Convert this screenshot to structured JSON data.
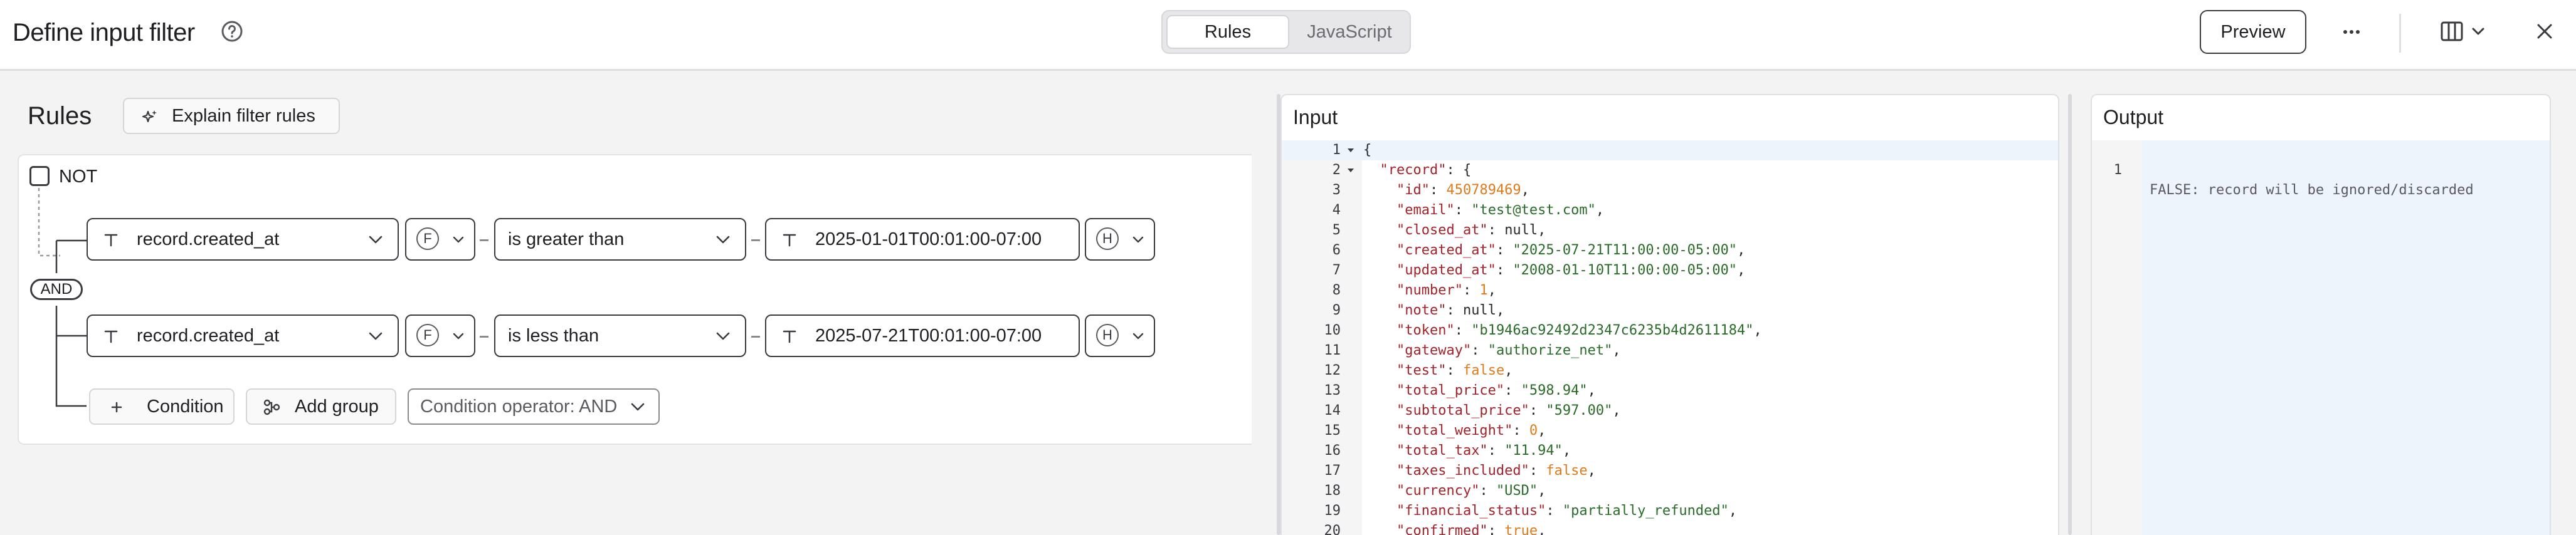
{
  "header": {
    "title": "Define input filter",
    "tabs": [
      "Rules",
      "JavaScript"
    ],
    "active_tab": "Rules",
    "preview_label": "Preview",
    "icons": [
      "help-circle-icon",
      "more-icon",
      "layout-columns-icon",
      "chevron-down-icon",
      "close-icon"
    ]
  },
  "rules": {
    "title": "Rules",
    "explain_label": "Explain filter rules",
    "not_label": "NOT",
    "not_checked": false,
    "operator_pill": "AND",
    "conditions": [
      {
        "field": "record.created_at",
        "field_type_icon": "T",
        "function_icon": "F",
        "operator": "is greater than",
        "value": "2025-01-01T00:01:00-07:00",
        "value_type_icon": "T",
        "value_mode_icon": "H"
      },
      {
        "field": "record.created_at",
        "field_type_icon": "T",
        "function_icon": "F",
        "operator": "is less than",
        "value": "2025-07-21T00:01:00-07:00",
        "value_type_icon": "T",
        "value_mode_icon": "H"
      }
    ],
    "add_condition_label": "Condition",
    "add_group_label": "Add group",
    "condition_operator_label": "Condition operator: AND"
  },
  "input": {
    "title": "Input",
    "lines": [
      {
        "n": "1",
        "fold": true,
        "active": true,
        "tokens": [
          [
            "p",
            "{"
          ]
        ]
      },
      {
        "n": "2",
        "fold": true,
        "tokens": [
          [
            "p",
            "  "
          ],
          [
            "k",
            "\"record\""
          ],
          [
            "p",
            ": {"
          ]
        ]
      },
      {
        "n": "3",
        "tokens": [
          [
            "p",
            "    "
          ],
          [
            "k",
            "\"id\""
          ],
          [
            "p",
            ": "
          ],
          [
            "n",
            "450789469"
          ],
          [
            "p",
            ","
          ]
        ]
      },
      {
        "n": "4",
        "tokens": [
          [
            "p",
            "    "
          ],
          [
            "k",
            "\"email\""
          ],
          [
            "p",
            ": "
          ],
          [
            "s",
            "\"test@test.com\""
          ],
          [
            "p",
            ","
          ]
        ]
      },
      {
        "n": "5",
        "tokens": [
          [
            "p",
            "    "
          ],
          [
            "k",
            "\"closed_at\""
          ],
          [
            "p",
            ": "
          ],
          [
            "nl",
            "null"
          ],
          [
            "p",
            ","
          ]
        ]
      },
      {
        "n": "6",
        "tokens": [
          [
            "p",
            "    "
          ],
          [
            "k",
            "\"created_at\""
          ],
          [
            "p",
            ": "
          ],
          [
            "s",
            "\"2025-07-21T11:00:00-05:00\""
          ],
          [
            "p",
            ","
          ]
        ]
      },
      {
        "n": "7",
        "tokens": [
          [
            "p",
            "    "
          ],
          [
            "k",
            "\"updated_at\""
          ],
          [
            "p",
            ": "
          ],
          [
            "s",
            "\"2008-01-10T11:00:00-05:00\""
          ],
          [
            "p",
            ","
          ]
        ]
      },
      {
        "n": "8",
        "tokens": [
          [
            "p",
            "    "
          ],
          [
            "k",
            "\"number\""
          ],
          [
            "p",
            ": "
          ],
          [
            "n",
            "1"
          ],
          [
            "p",
            ","
          ]
        ]
      },
      {
        "n": "9",
        "tokens": [
          [
            "p",
            "    "
          ],
          [
            "k",
            "\"note\""
          ],
          [
            "p",
            ": "
          ],
          [
            "nl",
            "null"
          ],
          [
            "p",
            ","
          ]
        ]
      },
      {
        "n": "10",
        "tokens": [
          [
            "p",
            "    "
          ],
          [
            "k",
            "\"token\""
          ],
          [
            "p",
            ": "
          ],
          [
            "s",
            "\"b1946ac92492d2347c6235b4d2611184\""
          ],
          [
            "p",
            ","
          ]
        ]
      },
      {
        "n": "11",
        "tokens": [
          [
            "p",
            "    "
          ],
          [
            "k",
            "\"gateway\""
          ],
          [
            "p",
            ": "
          ],
          [
            "s",
            "\"authorize_net\""
          ],
          [
            "p",
            ","
          ]
        ]
      },
      {
        "n": "12",
        "tokens": [
          [
            "p",
            "    "
          ],
          [
            "k",
            "\"test\""
          ],
          [
            "p",
            ": "
          ],
          [
            "n",
            "false"
          ],
          [
            "p",
            ","
          ]
        ]
      },
      {
        "n": "13",
        "tokens": [
          [
            "p",
            "    "
          ],
          [
            "k",
            "\"total_price\""
          ],
          [
            "p",
            ": "
          ],
          [
            "s",
            "\"598.94\""
          ],
          [
            "p",
            ","
          ]
        ]
      },
      {
        "n": "14",
        "tokens": [
          [
            "p",
            "    "
          ],
          [
            "k",
            "\"subtotal_price\""
          ],
          [
            "p",
            ": "
          ],
          [
            "s",
            "\"597.00\""
          ],
          [
            "p",
            ","
          ]
        ]
      },
      {
        "n": "15",
        "tokens": [
          [
            "p",
            "    "
          ],
          [
            "k",
            "\"total_weight\""
          ],
          [
            "p",
            ": "
          ],
          [
            "n",
            "0"
          ],
          [
            "p",
            ","
          ]
        ]
      },
      {
        "n": "16",
        "tokens": [
          [
            "p",
            "    "
          ],
          [
            "k",
            "\"total_tax\""
          ],
          [
            "p",
            ": "
          ],
          [
            "s",
            "\"11.94\""
          ],
          [
            "p",
            ","
          ]
        ]
      },
      {
        "n": "17",
        "tokens": [
          [
            "p",
            "    "
          ],
          [
            "k",
            "\"taxes_included\""
          ],
          [
            "p",
            ": "
          ],
          [
            "n",
            "false"
          ],
          [
            "p",
            ","
          ]
        ]
      },
      {
        "n": "18",
        "tokens": [
          [
            "p",
            "    "
          ],
          [
            "k",
            "\"currency\""
          ],
          [
            "p",
            ": "
          ],
          [
            "s",
            "\"USD\""
          ],
          [
            "p",
            ","
          ]
        ]
      },
      {
        "n": "19",
        "tokens": [
          [
            "p",
            "    "
          ],
          [
            "k",
            "\"financial_status\""
          ],
          [
            "p",
            ": "
          ],
          [
            "s",
            "\"partially_refunded\""
          ],
          [
            "p",
            ","
          ]
        ]
      },
      {
        "n": "20",
        "tokens": [
          [
            "p",
            "    "
          ],
          [
            "k",
            "\"confirmed\""
          ],
          [
            "p",
            ": "
          ],
          [
            "n",
            "true"
          ],
          [
            "p",
            ","
          ]
        ]
      }
    ]
  },
  "output": {
    "title": "Output",
    "lines": [
      {
        "n": "1",
        "text": "FALSE: record will be ignored/discarded"
      }
    ]
  }
}
